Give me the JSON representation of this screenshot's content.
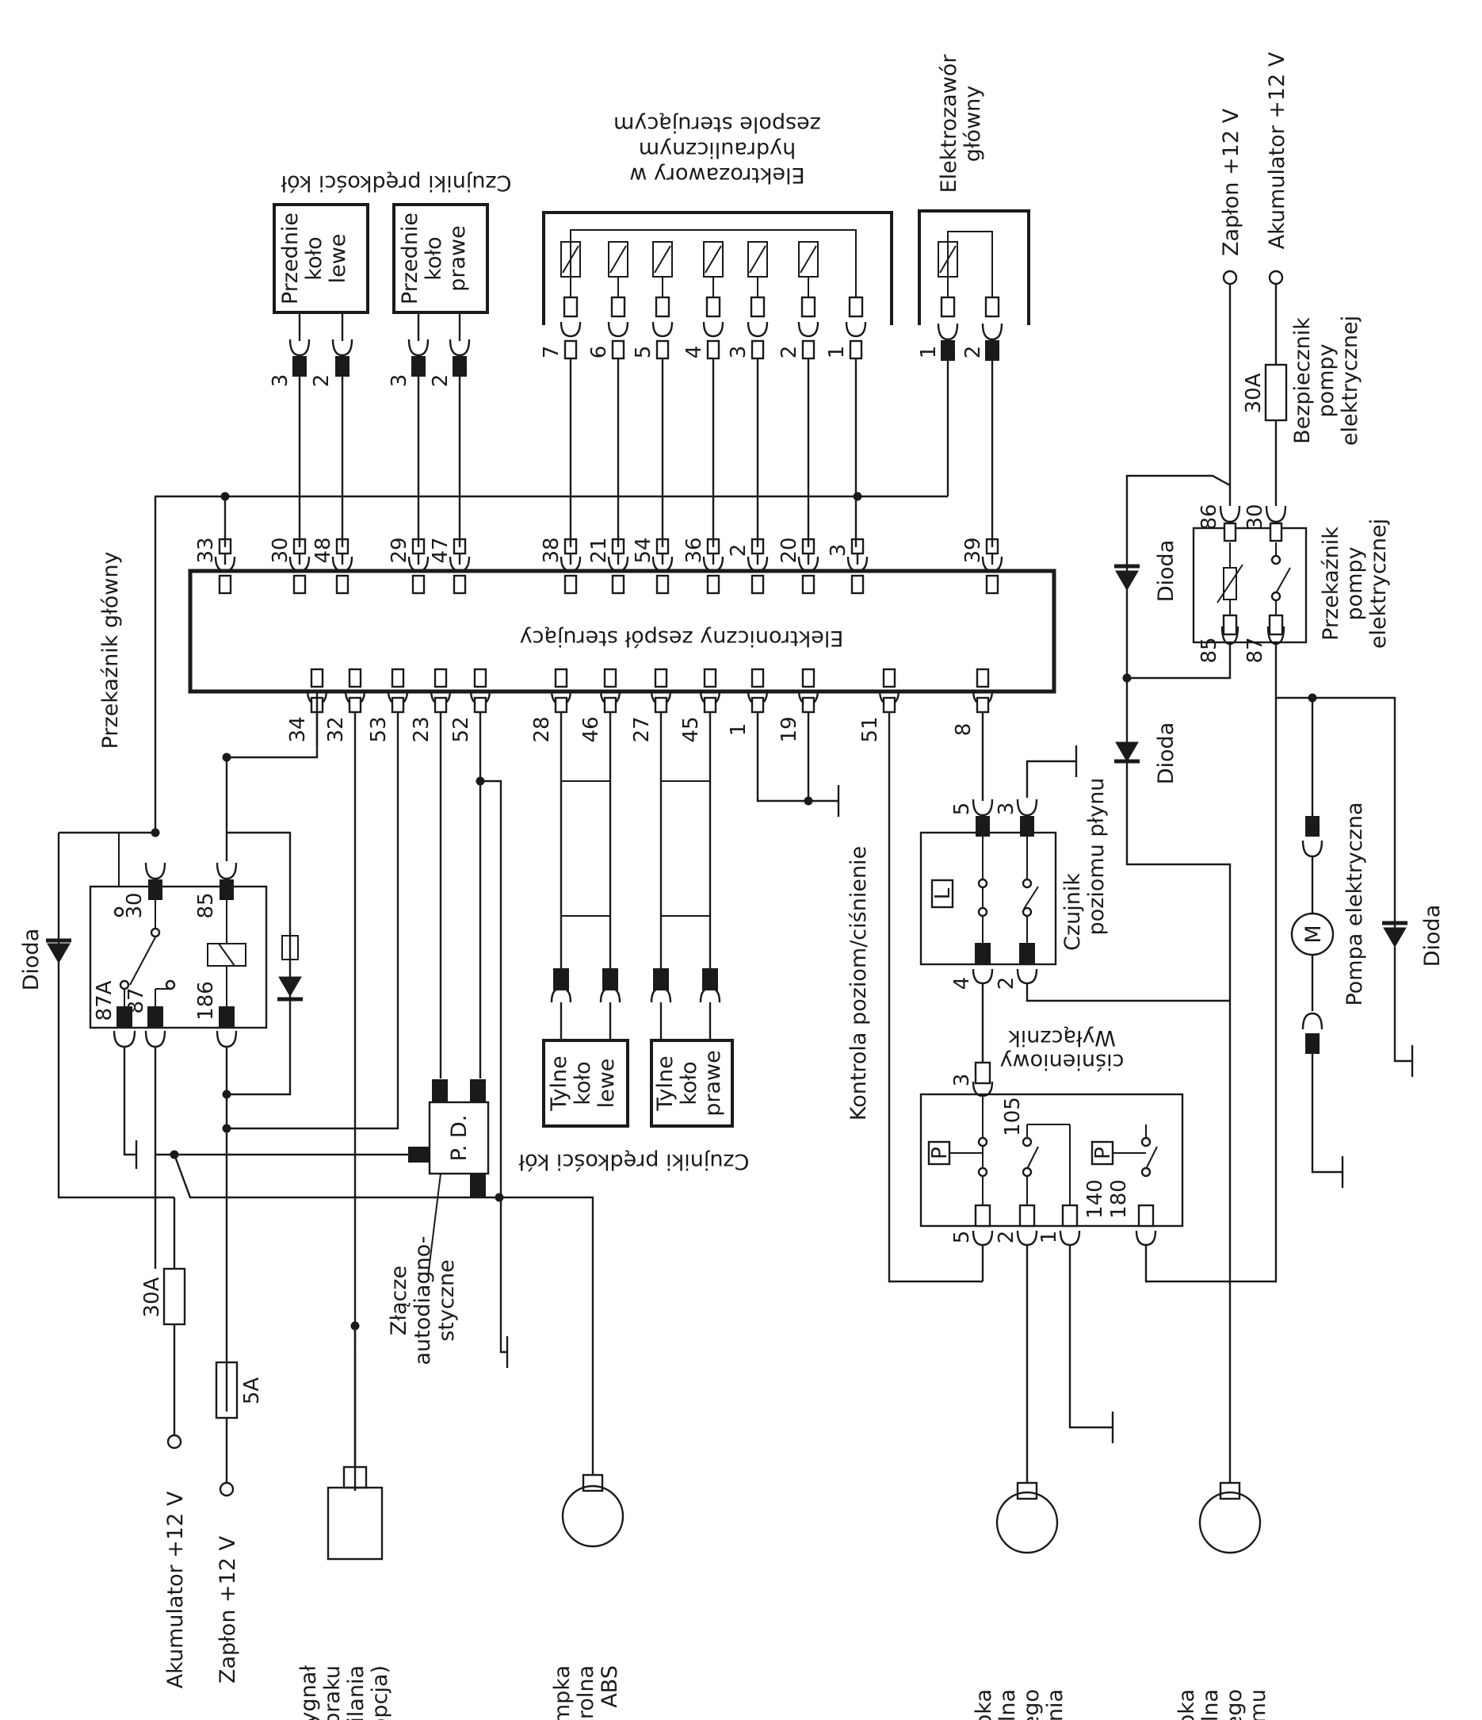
{
  "ecu": {
    "title": "Elektroniczny zespół sterujący"
  },
  "top_pins": [
    "33",
    "30",
    "48",
    "29",
    "47",
    "38",
    "21",
    "54",
    "36",
    "2",
    "20",
    "3",
    "39"
  ],
  "bottom_pins": [
    "34",
    "32",
    "53",
    "23",
    "52",
    "28",
    "46",
    "27",
    "45",
    "1",
    "19",
    "51",
    "8"
  ],
  "front_sensors": {
    "heading": "Czujniki prędkości kół",
    "left": {
      "lines": [
        "Przednie",
        "koło",
        "lewe"
      ],
      "pins": [
        "3",
        "2"
      ]
    },
    "right": {
      "lines": [
        "Przednie",
        "koło",
        "prawe"
      ],
      "pins": [
        "3",
        "2"
      ]
    }
  },
  "valve_block": {
    "heading_lines": [
      "Elektrozawory w",
      "hydraulicznym",
      "zespole sterującym"
    ],
    "pins": [
      "7",
      "6",
      "5",
      "4",
      "3",
      "2",
      "1"
    ]
  },
  "main_valve": {
    "heading_lines": [
      "Elektrozawór",
      "główny"
    ],
    "pins": [
      "1",
      "2"
    ]
  },
  "supply_right": {
    "ignition": "Zapłon +12 V",
    "battery": "Akumulator +12 V"
  },
  "pump_fuse": {
    "rating": "30A",
    "label_lines": [
      "Bezpiecznik",
      "pompy",
      "elektrycznej"
    ]
  },
  "pump_relay": {
    "label_lines": [
      "Przekaźnik",
      "pompy",
      "elektrycznej"
    ],
    "pins": [
      "86",
      "30",
      "85",
      "87"
    ]
  },
  "diodes": {
    "label": "Dioda"
  },
  "pump": {
    "symbol": "M",
    "label": "Pompa elektryczna"
  },
  "main_relay": {
    "label": "Przekaźnik główny",
    "pins": [
      "30",
      "85",
      "87A",
      "87",
      "186"
    ]
  },
  "level_sensor": {
    "label_lines": [
      "Czujnik",
      "poziomu płynu"
    ],
    "pins": [
      "5",
      "3",
      "4",
      "2"
    ],
    "symbol": "L"
  },
  "control_label": "Kontrola poziom/ciśnienie",
  "pressure_switch": {
    "label_lines": [
      "Wyłącznik",
      "ciśnieniowy"
    ],
    "pins": [
      "3",
      "5",
      "2",
      "1"
    ],
    "values": [
      "105",
      "140",
      "180"
    ],
    "symbol": "P"
  },
  "rear_sensors": {
    "heading": "Czujniki prędkości kół",
    "left": {
      "lines": [
        "Tylne",
        "koło",
        "lewe"
      ]
    },
    "right": {
      "lines": [
        "Tylne",
        "koło",
        "prawe"
      ]
    }
  },
  "diag_connector": {
    "symbol": "P. D.",
    "label_lines": [
      "Złącze",
      "autodiagno-",
      "styczne"
    ]
  },
  "fuses_left": {
    "battery_fuse": "30A",
    "ignition_fuse": "5A"
  },
  "bottom_labels": {
    "battery": "Akumulator +12 V",
    "ignition": "Zapłon +12 V",
    "signal": [
      "Sygnał",
      "braku",
      "zasilania",
      "(opcja)"
    ],
    "abs_lamp": [
      "Lampka",
      "kontrolna",
      "ABS"
    ],
    "pressure_lamp": [
      "Lampka",
      "kontrolna",
      "niskiego",
      "ciśnienia"
    ],
    "level_lamp": [
      "Lampka",
      "kontrolna",
      "niskiego",
      "poziomu"
    ]
  }
}
